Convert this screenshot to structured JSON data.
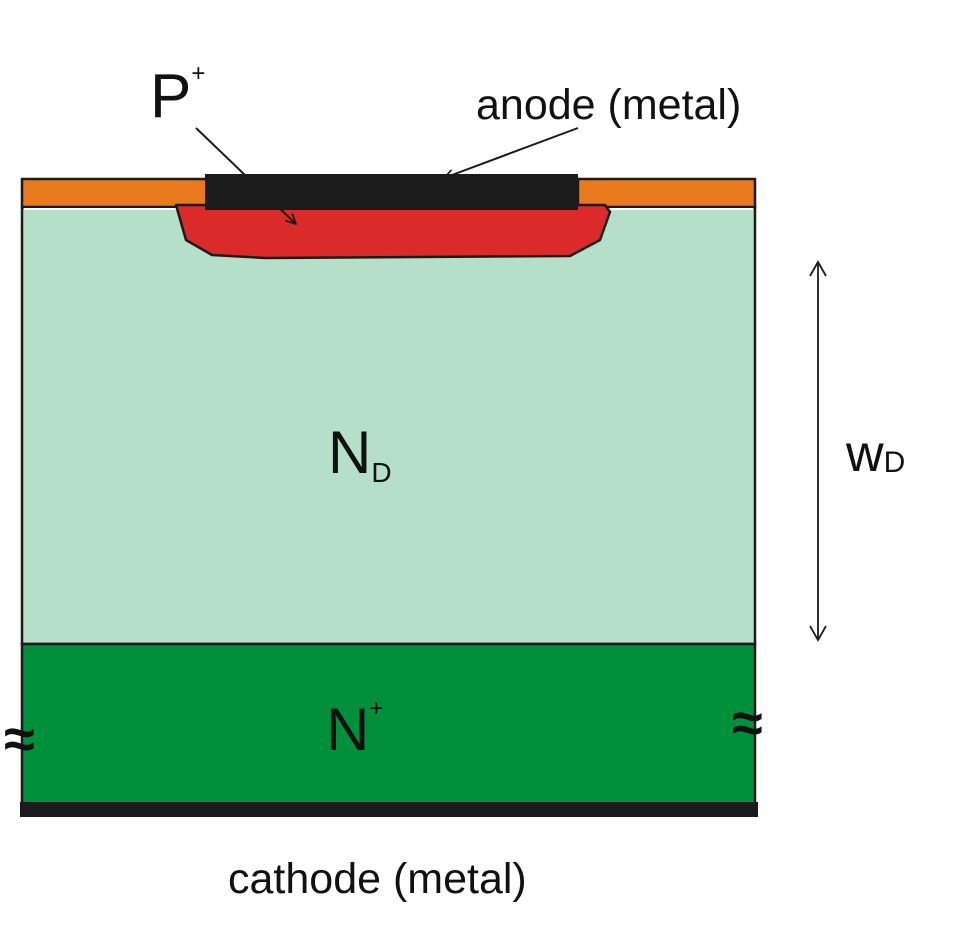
{
  "labels": {
    "p_plus_main": "P",
    "p_plus_sup": "+",
    "anode": "anode (metal)",
    "nd_main": "N",
    "nd_sub": "D",
    "n_plus_main": "N",
    "n_plus_sup": "+",
    "wd_main": "w",
    "wd_sub": "D",
    "cathode": "cathode (metal)",
    "break_left": "≈",
    "break_right": "≈"
  },
  "colors": {
    "oxide": "#e8791c",
    "anode_metal": "#1b1b1b",
    "p_plus_region": "#db2a2a",
    "drift_region": "#b5dfc9",
    "n_plus_region": "#00903c",
    "cathode_metal": "#1b1b1b",
    "outline": "#1b1b1b"
  }
}
